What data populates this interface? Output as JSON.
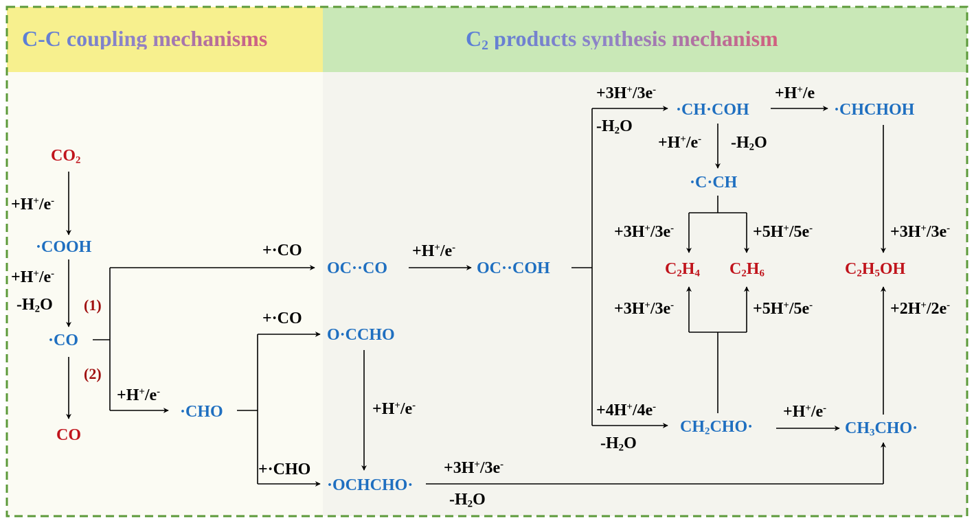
{
  "headers": {
    "left": "C-C coupling mechanisms",
    "right": {
      "pre": "C",
      "sub": "2",
      "post": " products synthesis mechanism"
    }
  },
  "species": {
    "co2": {
      "pre": "CO",
      "sub": "2"
    },
    "cooh": "·COOH",
    "co_ads": "·CO",
    "co_gas": "CO",
    "cho": "·CHO",
    "occo": "OC··CO",
    "occoh": "OC··COH",
    "occho": "O·CCHO",
    "ochcho": "·OCHCHO·",
    "chcoh": "·CH·COH",
    "chchoh": "·CHCHOH",
    "cch": "·C·CH",
    "c2h4": {
      "pre": "C",
      "s1": "2",
      "mid": "H",
      "s2": "4"
    },
    "c2h6": {
      "pre": "C",
      "s1": "2",
      "mid": "H",
      "s2": "6"
    },
    "c2h5oh": {
      "pre": "C",
      "s1": "2",
      "mid": "H",
      "s2": "5",
      "post": "OH"
    },
    "ch2cho": {
      "pre": "CH",
      "sub": "2",
      "post": "CHO·"
    },
    "ch3cho": {
      "pre": "CH",
      "sub": "3",
      "post": "CHO·"
    }
  },
  "steps": {
    "h": "H",
    "e": "e",
    "plus": "+",
    "minus": "-",
    "slash": "/",
    "n3": "3",
    "n4": "4",
    "n5": "5",
    "n2": "2",
    "water": {
      "pre": "-H",
      "sub": "2",
      "post": "O"
    },
    "plus_co": "+·CO",
    "plus_cho": "+·CHO",
    "e_plain": "e"
  },
  "pathway_labels": {
    "one": "(1)",
    "two": "(2)"
  },
  "colors": {
    "header_left": "#f7f08e",
    "header_right": "#c9e8b7",
    "body_bg": "#fbfbf3",
    "border": "#5c9a3a",
    "species_blue": "#1f6fc0",
    "product_red": "#c0141c"
  }
}
